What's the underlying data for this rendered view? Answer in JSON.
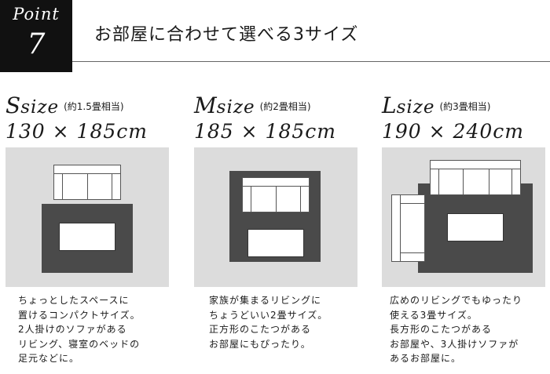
{
  "badge": {
    "word": "Point",
    "number": "7"
  },
  "headline": "お部屋に合わせて選べる3サイズ",
  "sizes": [
    {
      "letter": "S",
      "word": "size",
      "note": "(約1.5畳相当)",
      "dims": "130 × 185cm",
      "desc": [
        "ちょっとしたスペースに",
        "置けるコンパクトサイズ。",
        "2人掛けのソファがある",
        "リビング、寝室のベッドの",
        "足元などに。"
      ]
    },
    {
      "letter": "M",
      "word": "size",
      "note": "(約2畳相当)",
      "dims": "185 × 185cm",
      "desc": [
        "家族が集まるリビングに",
        "ちょうどいい2畳サイズ。",
        "正方形のこたつがある",
        "お部屋にもぴったり。"
      ]
    },
    {
      "letter": "L",
      "word": "size",
      "note": "(約3畳相当)",
      "dims": "190 × 240cm",
      "desc": [
        "広めのリビングでもゆったり",
        "使える3畳サイズ。",
        "長方形のこたつがある",
        "お部屋や、3人掛けソファが",
        "あるお部屋に。"
      ]
    }
  ],
  "colors": {
    "badge": "#111111",
    "diagram_bg": "#dcdcdc",
    "rug": "#4a4a4a"
  }
}
